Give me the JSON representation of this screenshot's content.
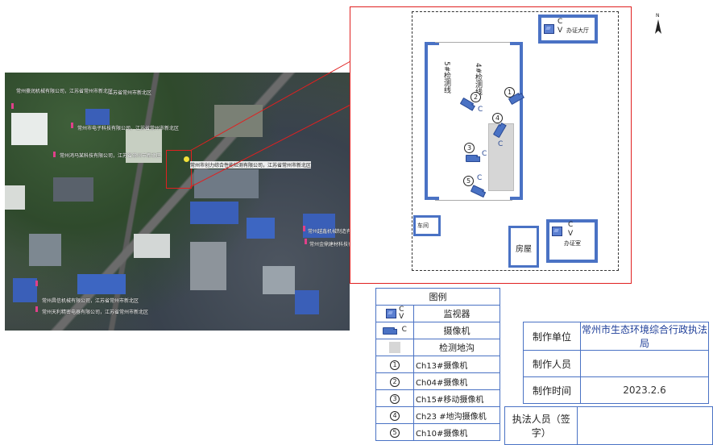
{
  "map": {
    "labels": [
      "江苏省常州市新北区",
      "常州豪润机械有限公司，江苏省常州市新北区",
      "常州市电子科技有限公司，江苏省常州市新北区",
      "常州鸿马某科技有限公司，江苏省常州市新北区",
      "常州市创力综合性能检测有限公司，江苏省常州市新北区",
      "常州越鑫机械制造有限公司",
      "常州金鼎建材科技有限公司",
      "常州昌信机械有限公司，江苏省常州市新北区",
      "常州天利精密电器有限公司，江苏省常州市新北区"
    ]
  },
  "site": {
    "bldg5_label": "5#检测线",
    "bldg4_label": "4#检测线",
    "office_label": "办证大厅",
    "office2_label": "办证室",
    "house_label": "房屋",
    "small_room_label": "车间"
  },
  "legend": {
    "title": "图例",
    "monitor_code": "C\nV",
    "camera_code": "C",
    "rows": [
      {
        "label": "监视器"
      },
      {
        "label": "摄像机"
      },
      {
        "label": "检测地沟"
      },
      {
        "num": "1",
        "label": "Ch13#摄像机"
      },
      {
        "num": "2",
        "label": "Ch04#摄像机"
      },
      {
        "num": "3",
        "label": "Ch15#移动摄像机"
      },
      {
        "num": "4",
        "label": "Ch23 #地沟摄像机"
      },
      {
        "num": "5",
        "label": "Ch10#摄像机"
      }
    ]
  },
  "info": {
    "unit_label": "制作单位",
    "unit_value": "常州市生态环境综合行政执法局",
    "maker_label": "制作人员",
    "maker_value": "",
    "time_label": "制作时间",
    "time_value": "2023.2.6",
    "officer_label": "执法人员（签字）",
    "officer_value": ""
  },
  "north": "N",
  "colors": {
    "wall": "#4a72c4",
    "frame": "#e02020",
    "pit": "#d6d6d6"
  }
}
